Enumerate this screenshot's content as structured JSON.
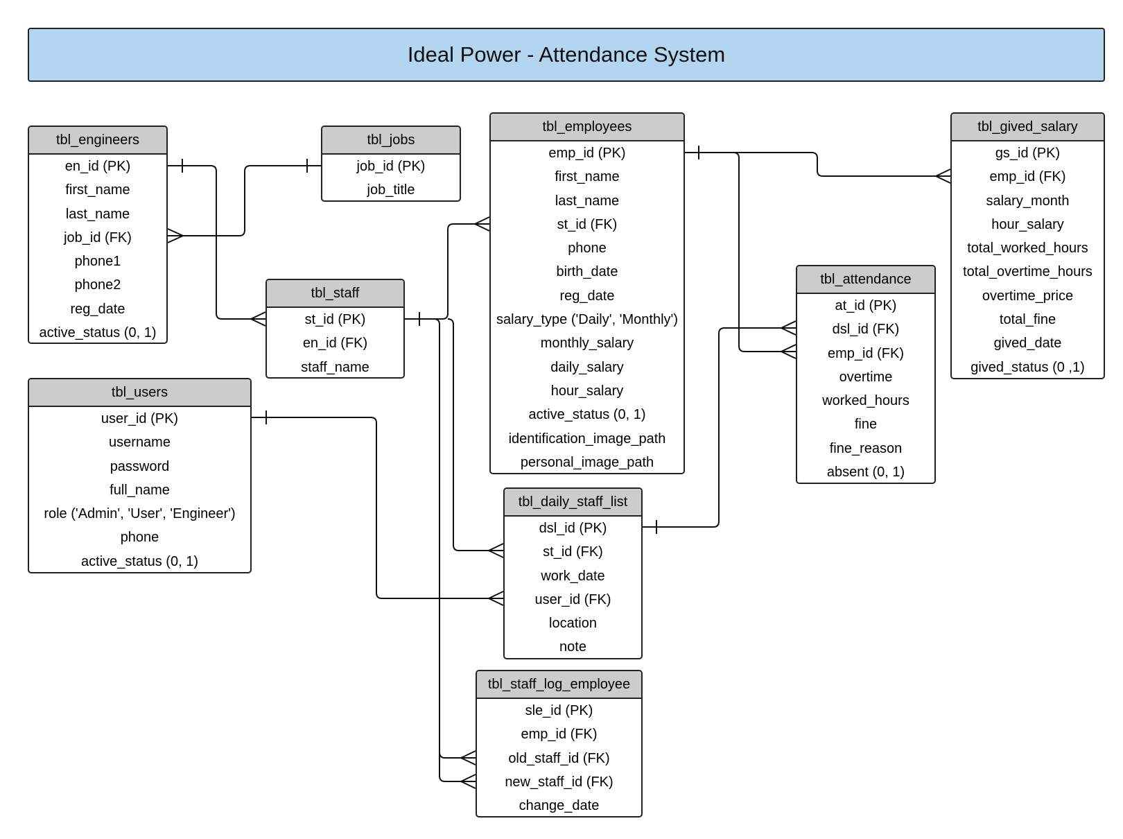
{
  "title": "Ideal Power - Attendance System",
  "entities": {
    "engineers": {
      "name": "tbl_engineers",
      "fields": [
        "en_id (PK)",
        "first_name",
        "last_name",
        "job_id (FK)",
        "phone1",
        "phone2",
        "reg_date",
        "active_status (0, 1)"
      ]
    },
    "jobs": {
      "name": "tbl_jobs",
      "fields": [
        "job_id (PK)",
        "job_title"
      ]
    },
    "employees": {
      "name": "tbl_employees",
      "fields": [
        "emp_id (PK)",
        "first_name",
        "last_name",
        "st_id (FK)",
        "phone",
        "birth_date",
        "reg_date",
        "salary_type ('Daily', 'Monthly')",
        "monthly_salary",
        "daily_salary",
        "hour_salary",
        "active_status (0, 1)",
        "identification_image_path",
        "personal_image_path"
      ]
    },
    "gived_salary": {
      "name": "tbl_gived_salary",
      "fields": [
        "gs_id (PK)",
        "emp_id (FK)",
        "salary_month",
        "hour_salary",
        "total_worked_hours",
        "total_overtime_hours",
        "overtime_price",
        "total_fine",
        "gived_date",
        "gived_status (0 ,1)"
      ]
    },
    "staff": {
      "name": "tbl_staff",
      "fields": [
        "st_id (PK)",
        "en_id (FK)",
        "staff_name"
      ]
    },
    "attendance": {
      "name": "tbl_attendance",
      "fields": [
        "at_id (PK)",
        "dsl_id (FK)",
        "emp_id (FK)",
        "overtime",
        "worked_hours",
        "fine",
        "fine_reason",
        "absent (0, 1)"
      ]
    },
    "users": {
      "name": "tbl_users",
      "fields": [
        "user_id (PK)",
        "username",
        "password",
        "full_name",
        "role ('Admin', 'User', 'Engineer')",
        "phone",
        "active_status (0, 1)"
      ]
    },
    "daily_staff_list": {
      "name": "tbl_daily_staff_list",
      "fields": [
        "dsl_id (PK)",
        "st_id (FK)",
        "work_date",
        "user_id (FK)",
        "location",
        "note"
      ]
    },
    "staff_log_employee": {
      "name": "tbl_staff_log_employee",
      "fields": [
        "sle_id (PK)",
        "emp_id (FK)",
        "old_staff_id (FK)",
        "new_staff_id (FK)",
        "change_date"
      ]
    }
  },
  "relationships": [
    {
      "from": "tbl_engineers.en_id (PK)",
      "to": "tbl_staff.en_id (FK)",
      "from_cardinality": "one",
      "to_cardinality": "many"
    },
    {
      "from": "tbl_jobs.job_id (PK)",
      "to": "tbl_engineers.job_id (FK)",
      "from_cardinality": "one",
      "to_cardinality": "many"
    },
    {
      "from": "tbl_staff.st_id (PK)",
      "to": "tbl_employees.st_id (FK)",
      "from_cardinality": "one",
      "to_cardinality": "many"
    },
    {
      "from": "tbl_staff.st_id (PK)",
      "to": "tbl_daily_staff_list.st_id (FK)",
      "from_cardinality": "one",
      "to_cardinality": "many"
    },
    {
      "from": "tbl_staff.st_id (PK)",
      "to": "tbl_staff_log_employee.old_staff_id (FK)",
      "from_cardinality": "one",
      "to_cardinality": "many"
    },
    {
      "from": "tbl_staff.st_id (PK)",
      "to": "tbl_staff_log_employee.new_staff_id (FK)",
      "from_cardinality": "one",
      "to_cardinality": "many"
    },
    {
      "from": "tbl_employees.emp_id (PK)",
      "to": "tbl_gived_salary.emp_id (FK)",
      "from_cardinality": "one",
      "to_cardinality": "many"
    },
    {
      "from": "tbl_employees.emp_id (PK)",
      "to": "tbl_attendance.emp_id (FK)",
      "from_cardinality": "one",
      "to_cardinality": "many"
    },
    {
      "from": "tbl_daily_staff_list.dsl_id (PK)",
      "to": "tbl_attendance.dsl_id (FK)",
      "from_cardinality": "one",
      "to_cardinality": "many"
    },
    {
      "from": "tbl_users.user_id (PK)",
      "to": "tbl_daily_staff_list.user_id (FK)",
      "from_cardinality": "one",
      "to_cardinality": "many"
    }
  ],
  "colors": {
    "title_background": "#b3d5f0",
    "header_background": "#cccccc",
    "line": "#111111"
  }
}
